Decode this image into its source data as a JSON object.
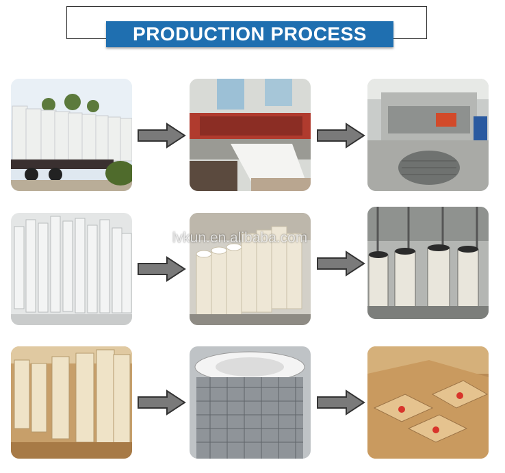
{
  "header": {
    "title": "PRODUCTION PROCESS"
  },
  "watermark": {
    "text": "lvkun.en.alibaba.com"
  },
  "colors": {
    "banner": "#1f6fb0",
    "arrow": "#7a7a7a"
  },
  "steps": [
    {
      "image": "raw-filter-media-rolls-photo"
    },
    {
      "image": "media-pleating-machine-photo"
    },
    {
      "image": "mesh-rolling-machine-photo"
    },
    {
      "image": "metal-mesh-tubes-photo"
    },
    {
      "image": "pleated-filter-cartridges-photo"
    },
    {
      "image": "cartridge-assembly-line-photo"
    },
    {
      "image": "finished-cartridge-stock-photo"
    },
    {
      "image": "finished-filter-closeup-photo"
    },
    {
      "image": "packed-cartons-photo"
    }
  ]
}
